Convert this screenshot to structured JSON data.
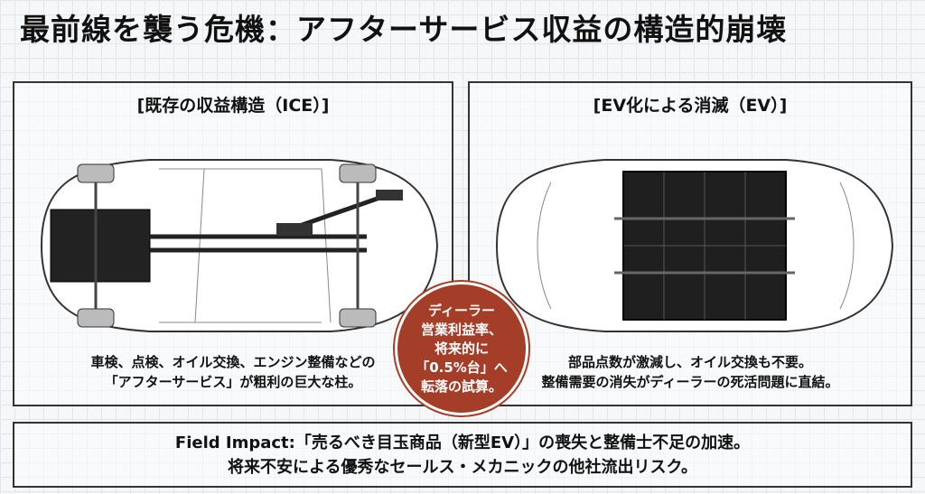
{
  "title": "最前線を襲う危機：アフターサービス収益の構造的崩壊",
  "left_panel": {
    "title": "[既存の収益構造（ICE）]",
    "caption_lines": [
      "車検、点検、オイル交換、エンジン整備などの",
      "「アフターサービス」が粗利の巨大な柱。"
    ]
  },
  "right_panel": {
    "title": "[EV化による消滅（EV）]",
    "caption_lines": [
      "部品点数が激減し、オイル交換も不要。",
      "整備需要の消失がディーラーの死活問題に直結。"
    ]
  },
  "callout": {
    "lines": [
      "ディーラー",
      "営業利益率、",
      "将来的に",
      "「0.5%台」へ",
      "転落の試算。"
    ],
    "color": "#a43e28"
  },
  "field_impact": {
    "lines": [
      "Field Impact:「売るべき目玉商品（新型EV）」の喪失と整備士不足の加速。",
      "将来不安による優秀なセールス・メカニックの他社流出リスク。"
    ]
  }
}
